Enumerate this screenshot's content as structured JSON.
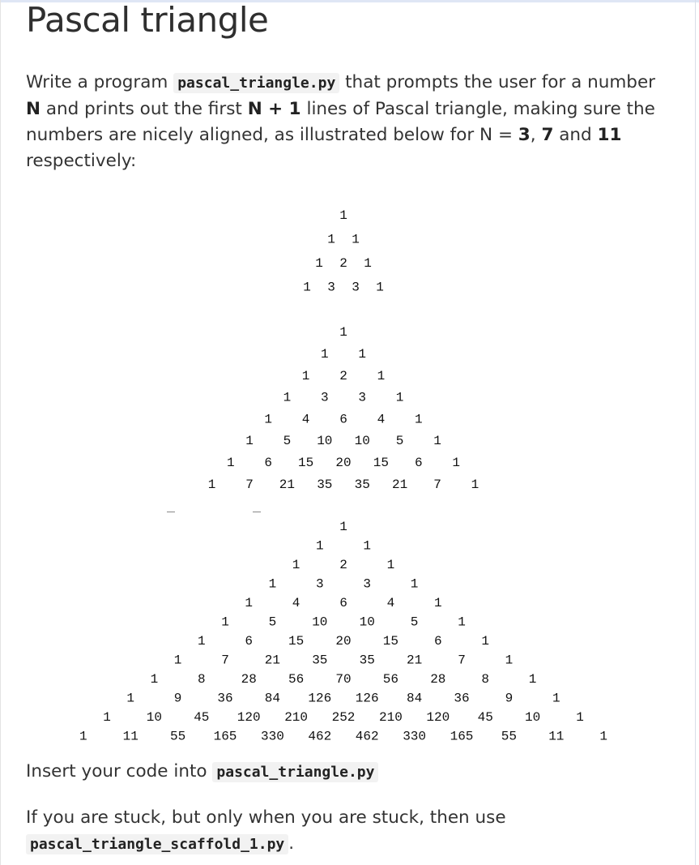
{
  "title": "Pascal triangle",
  "intro": {
    "t1": "Write a program ",
    "file": "pascal_triangle.py",
    "t2": " that prompts the user for a number ",
    "n1": "N",
    "t3": " and prints out the first ",
    "n2": "N + 1",
    "t4": " lines of Pascal triangle, making sure the numbers are nicely aligned, as illustrated below for N = ",
    "v3": "3",
    "c1": ", ",
    "v7": "7",
    "t5": " and ",
    "v11": "11",
    "t6": " respectively:"
  },
  "triangles": [
    {
      "n": 3,
      "rows": [
        [
          "1"
        ],
        [
          "1",
          "1"
        ],
        [
          "1",
          "2",
          "1"
        ],
        [
          "1",
          "3",
          "3",
          "1"
        ]
      ]
    },
    {
      "n": 7,
      "rows": [
        [
          "1"
        ],
        [
          "1",
          "1"
        ],
        [
          "1",
          "2",
          "1"
        ],
        [
          "1",
          "3",
          "3",
          "1"
        ],
        [
          "1",
          "4",
          "6",
          "4",
          "1"
        ],
        [
          "1",
          "5",
          "10",
          "10",
          "5",
          "1"
        ],
        [
          "1",
          "6",
          "15",
          "20",
          "15",
          "6",
          "1"
        ],
        [
          "1",
          "7",
          "21",
          "35",
          "35",
          "21",
          "7",
          "1"
        ]
      ]
    },
    {
      "n": 11,
      "rows": [
        [
          "1"
        ],
        [
          "1",
          "1"
        ],
        [
          "1",
          "2",
          "1"
        ],
        [
          "1",
          "3",
          "3",
          "1"
        ],
        [
          "1",
          "4",
          "6",
          "4",
          "1"
        ],
        [
          "1",
          "5",
          "10",
          "10",
          "5",
          "1"
        ],
        [
          "1",
          "6",
          "15",
          "20",
          "15",
          "6",
          "1"
        ],
        [
          "1",
          "7",
          "21",
          "35",
          "35",
          "21",
          "7",
          "1"
        ],
        [
          "1",
          "8",
          "28",
          "56",
          "70",
          "56",
          "28",
          "8",
          "1"
        ],
        [
          "1",
          "9",
          "36",
          "84",
          "126",
          "126",
          "84",
          "36",
          "9",
          "1"
        ],
        [
          "1",
          "10",
          "45",
          "120",
          "210",
          "252",
          "210",
          "120",
          "45",
          "10",
          "1"
        ],
        [
          "1",
          "11",
          "55",
          "165",
          "330",
          "462",
          "462",
          "330",
          "165",
          "55",
          "11",
          "1"
        ]
      ]
    }
  ],
  "insert": {
    "t1": "Insert your code into ",
    "file": "pascal_triangle.py"
  },
  "stuck": {
    "t1": "If you are stuck, but only when you are stuck, then use",
    "file": "pascal_triangle_scaffold_1.py",
    "t2": "."
  }
}
